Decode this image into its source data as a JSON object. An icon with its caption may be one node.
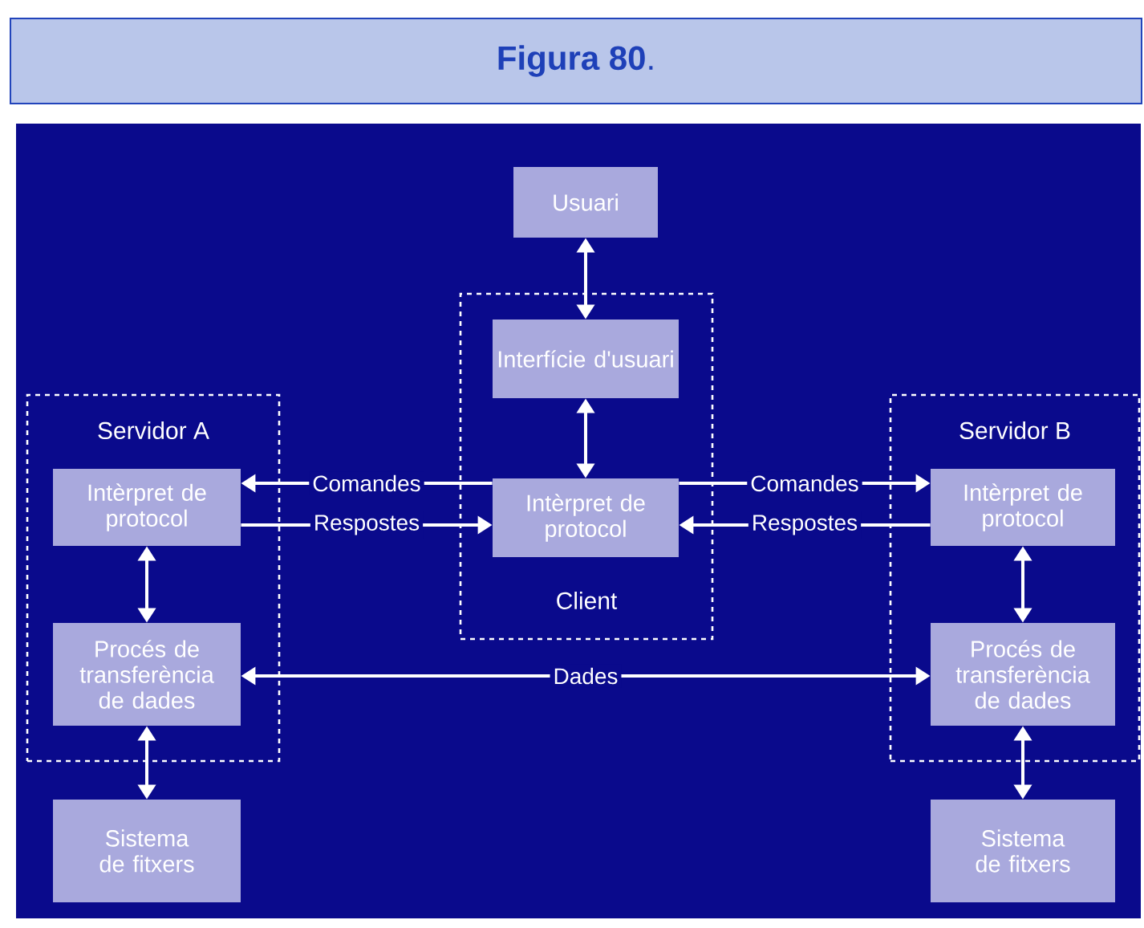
{
  "diagram": {
    "title": "**Figura 80**.",
    "nodes": [
      {
        "text": [
          "Usuari"
        ]
      },
      {
        "text": [
          "Client"
        ]
      },
      {
        "text": [
          "Interfície d'usuari"
        ],
        "in": 1
      },
      {
        "text": [
          "Intèrpret de protocol"
        ],
        "in": 1
      },
      {
        "text": [
          "Servidor A"
        ]
      },
      {
        "text": [
          "Intèrpret de protocol"
        ],
        "in": 4
      },
      {
        "text": [
          "Procés de transferència de dades"
        ],
        "in": 4
      },
      {
        "text": [
          "Sistema de fitxers"
        ]
      },
      {
        "text": [
          "Servidor B"
        ]
      },
      {
        "text": [
          "Intèrpret de protocol"
        ],
        "in": 8
      },
      {
        "text": [
          "Procés de transferència de dades"
        ],
        "in": 8
      },
      {
        "text": [
          "Sistema de fitxers"
        ]
      }
    ],
    "edges": [
      {
        "from": 0,
        "to": 2,
        "arrow": "both"
      },
      {
        "from": 2,
        "to": 3,
        "arrow": "both"
      },
      {
        "from": 3,
        "to": 5,
        "arrow": "to",
        "label": "Comandes"
      },
      {
        "from": 5,
        "to": 3,
        "arrow": "to",
        "label": "Respostes"
      },
      {
        "from": 3,
        "to": 9,
        "arrow": "to",
        "label": "Comandes"
      },
      {
        "from": 9,
        "to": 3,
        "arrow": "to",
        "label": "Respostes"
      },
      {
        "from": 5,
        "to": 6,
        "arrow": "both"
      },
      {
        "from": 6,
        "to": 7,
        "arrow": "both"
      },
      {
        "from": 9,
        "to": 10,
        "arrow": "both"
      },
      {
        "from": 10,
        "to": 11,
        "arrow": "both"
      },
      {
        "from": 6,
        "to": 10,
        "arrow": "both",
        "label": "Dades"
      }
    ]
  }
}
